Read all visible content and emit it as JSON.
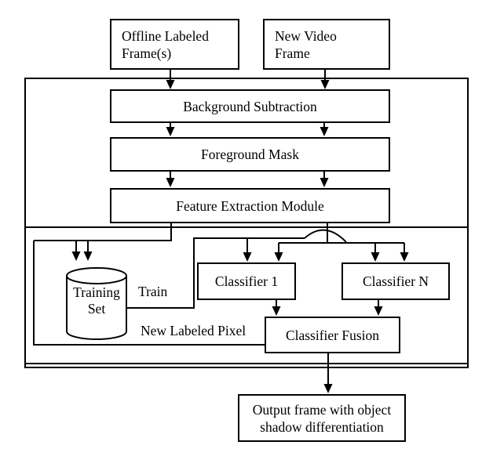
{
  "diagram": {
    "type": "flowchart",
    "colors": {
      "stroke": "#000000",
      "background": "#ffffff",
      "arrow_fill": "#000000"
    },
    "nodes": {
      "offline_labeled_frames": {
        "line1": "Offline Labeled",
        "line2": "Frame(s)"
      },
      "new_video_frame": {
        "line1": "New Video",
        "line2": "Frame"
      },
      "background_subtraction": {
        "label": "Background Subtraction"
      },
      "foreground_mask": {
        "label": "Foreground Mask"
      },
      "feature_extraction_module": {
        "label": "Feature Extraction Module"
      },
      "training_set": {
        "line1": "Training",
        "line2": "Set"
      },
      "classifier_1": {
        "label": "Classifier 1"
      },
      "classifier_n": {
        "label": "Classifier N"
      },
      "classifier_fusion": {
        "label": "Classifier Fusion"
      },
      "output_frame": {
        "line1": "Output frame with object",
        "line2": "shadow differentiation"
      }
    },
    "edge_labels": {
      "train": "Train",
      "new_labeled_pixel": "New Labeled Pixel"
    }
  }
}
